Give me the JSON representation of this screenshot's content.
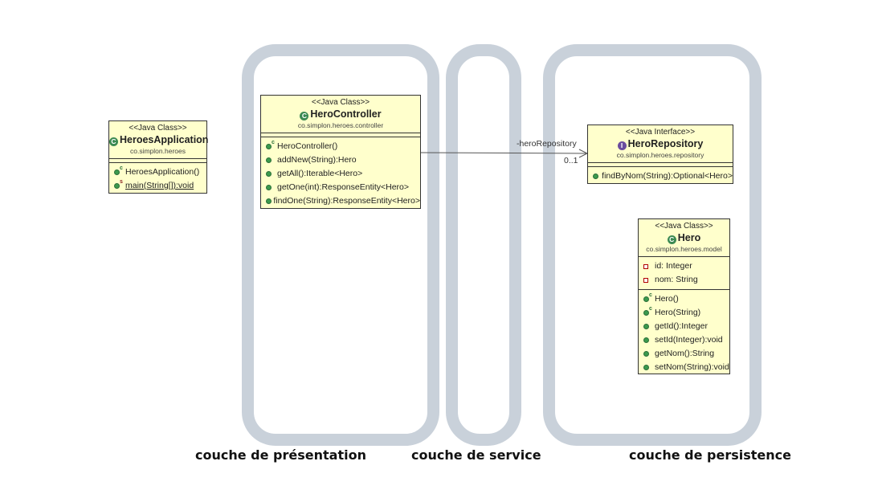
{
  "layers": {
    "presentation": "couche de présentation",
    "service": "couche de service",
    "persistence": "couche de persistence"
  },
  "classes": {
    "heroes_application": {
      "stereotype": "<<Java Class>>",
      "name": "HeroesApplication",
      "badge": "C",
      "package": "co.simplon.heroes",
      "methods": [
        "HeroesApplication()",
        "main(String[]):void"
      ]
    },
    "hero_controller": {
      "stereotype": "<<Java Class>>",
      "name": "HeroController",
      "badge": "C",
      "package": "co.simplon.heroes.controller",
      "methods": [
        "HeroController()",
        "addNew(String):Hero",
        "getAll():Iterable<Hero>",
        "getOne(int):ResponseEntity<Hero>",
        "findOne(String):ResponseEntity<Hero>"
      ]
    },
    "hero_repository": {
      "stereotype": "<<Java Interface>>",
      "name": "HeroRepository",
      "badge": "I",
      "package": "co.simplon.heroes.repository",
      "methods": [
        "findByNom(String):Optional<Hero>"
      ]
    },
    "hero": {
      "stereotype": "<<Java Class>>",
      "name": "Hero",
      "badge": "C",
      "package": "co.simplon.heroes.model",
      "fields": [
        "id: Integer",
        "nom: String"
      ],
      "methods": [
        "Hero()",
        "Hero(String)",
        "getId():Integer",
        "setId(Integer):void",
        "getNom():String",
        "setNom(String):void"
      ]
    }
  },
  "association": {
    "role": "-heroRepository",
    "multiplicity": "0..1"
  }
}
